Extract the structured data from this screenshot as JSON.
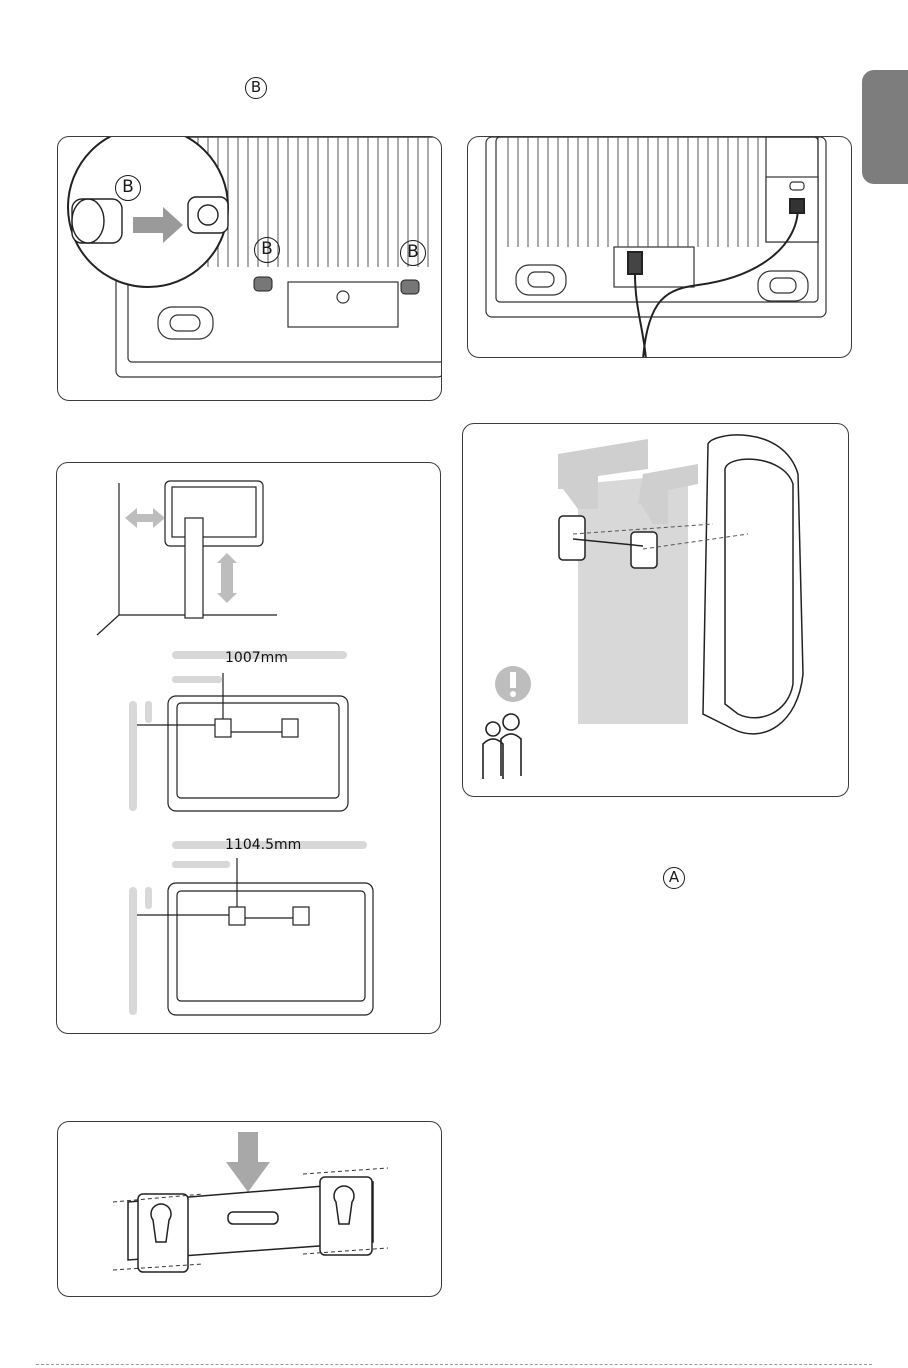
{
  "markers": {
    "b_top": "B",
    "a_right": "A"
  },
  "callouts": {
    "b1": "B",
    "b2": "B",
    "b3": "B"
  },
  "dimensions": {
    "width_1": "1007mm",
    "width_2": "1104.5mm"
  },
  "colors": {
    "outline": "#3c3c3c",
    "grey_fill": "#d8d8d8",
    "tab": "#7d7d7d"
  }
}
